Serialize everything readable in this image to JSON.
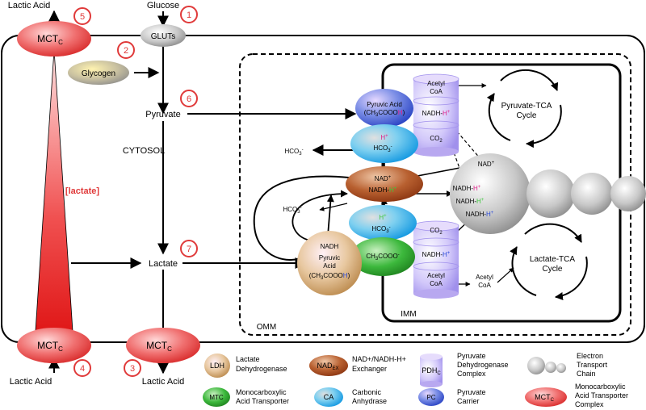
{
  "labels": {
    "glucose": "Glucose",
    "lactic_acid_top": "Lactic Acid",
    "gluts": "GLUTs",
    "glycogen": "Glycogen",
    "pyruvate": "Pyruvate",
    "cytosol": "CYTOSOL",
    "lactate_conc": "[lactate]",
    "lactate": "Lactate",
    "lactic_acid_bottom_left": "Lactic Acid",
    "lactic_acid_bottom_mid": "Lactic Acid",
    "omm": "OMM",
    "imm": "IMM",
    "hco3": "HCO",
    "hco3_sub": "3",
    "hco3_sup": "-",
    "pyruvate_tca": "Pyruvate-TCA",
    "lactate_tca": "Lactate-TCA",
    "cycle": "Cycle",
    "acetyl": "Acetyl",
    "coa": "CoA",
    "co2": "CO",
    "co2_sub": "2",
    "nadh": "NADH",
    "nad_plus": "NAD",
    "h_plus": "H",
    "pyruvic_acid": "Pyruvic Acid",
    "pyruvic": "Pyruvic",
    "acid": "Acid",
    "formula_pc": "(CH",
    "ch3coooh_tail": "COOO",
    "formula_ldh_tail": "COOO",
    "ch3cooo_mtc": "CH",
    "mctc": "MCT",
    "mctc_sub": "C"
  },
  "steps": [
    "1",
    "2",
    "3",
    "4",
    "5",
    "6",
    "7"
  ],
  "legend": [
    {
      "key": "ldh",
      "symbol": "LDH",
      "text1": "Lactate",
      "text2": "Dehydrogenase",
      "text3": ""
    },
    {
      "key": "nadex",
      "symbol": "NAD",
      "symbol_sub": "EX",
      "text1": "NAD+/NADH-H+",
      "text2": "Exchanger",
      "text3": ""
    },
    {
      "key": "pdhc",
      "symbol": "PDH",
      "symbol_sub": "C",
      "text1": "Pyruvate",
      "text2": "Dehydrogenase",
      "text3": "Complex"
    },
    {
      "key": "etc",
      "symbol": "",
      "text1": "Electron",
      "text2": "Transport",
      "text3": "Chain"
    },
    {
      "key": "mtc",
      "symbol": "MTC",
      "text1": "Monocarboxylic",
      "text2": "Acid Transporter",
      "text3": ""
    },
    {
      "key": "ca",
      "symbol": "CA",
      "text1": "Carbonic",
      "text2": "Anhydrase",
      "text3": ""
    },
    {
      "key": "pc",
      "symbol": "PC",
      "text1": "Pyruvate",
      "text2": "Carrier",
      "text3": ""
    },
    {
      "key": "mctc",
      "symbol": "MCT",
      "symbol_sub": "C",
      "text1": "Monocarboxylic",
      "text2": "Acid Transporter",
      "text3": "Complex"
    }
  ],
  "colors": {
    "step_circle": "#e03a3a",
    "mct_red": "#e8484c",
    "h_magenta": "#e0208a",
    "h_green": "#3cc83c",
    "h_blue": "#2a4ad8",
    "pc_blue": "#3a5ccc",
    "ca_cyan": "#1aa8e8",
    "nadex_brown": "#a8461a",
    "mtc_green": "#2aa02a",
    "pdhc_lavender": "#b8a8f0",
    "etc_gray": "#c4c4c4",
    "ldh_tan": "#c89a50"
  }
}
